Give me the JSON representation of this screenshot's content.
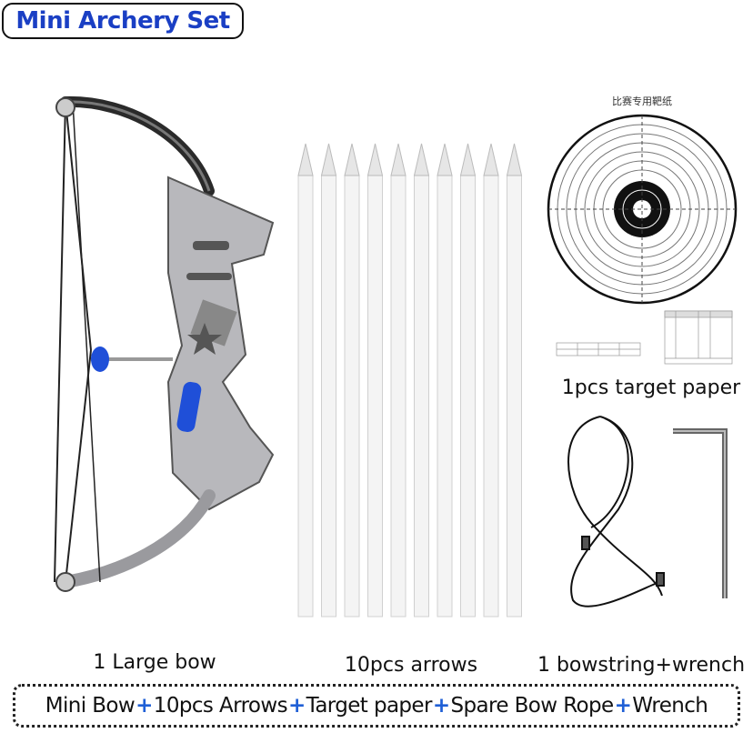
{
  "title": "Mini Archery Set",
  "target_paper_heading": "比赛专用靶纸",
  "labels": {
    "bow": "1 Large bow",
    "arrows": "10pcs arrows",
    "target": "1pcs target paper",
    "bowstring": "1 bowstring+wrench"
  },
  "contents": {
    "items": [
      "Mini Bow ",
      "10pcs Arrows",
      "Target paper",
      "Spare Bow Rope",
      "Wrench"
    ],
    "separator": "+"
  },
  "arrow_count": 10,
  "colors": {
    "title": "#1a3fc4",
    "plus": "#1f5fd6",
    "accent_parts": "#1f4fd8"
  }
}
